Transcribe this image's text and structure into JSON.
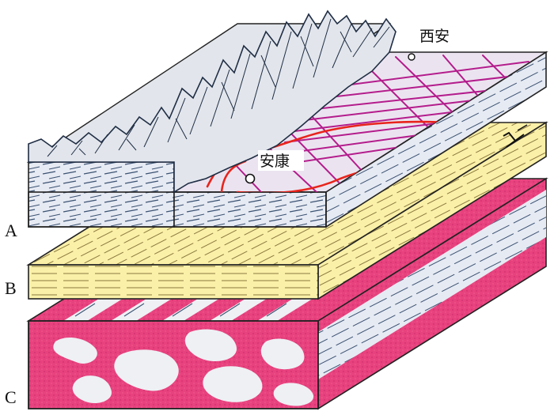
{
  "labels": {
    "cities": {
      "xian": "西安",
      "ankang": "安康"
    },
    "layers": {
      "a": "A",
      "b": "B",
      "c": "C"
    }
  },
  "colors": {
    "outline": "#222222",
    "layer_a_fill": "#e6eaf3",
    "layer_a_stroke": "#3b5272",
    "layer_b_fill": "#fbf0a8",
    "layer_c_fill": "#e8427e",
    "layer_c_light": "#eef0f4",
    "river_red": "#e8241c",
    "road_purple": "#b41c8c",
    "mountain_fill": "#e2e6ec"
  }
}
